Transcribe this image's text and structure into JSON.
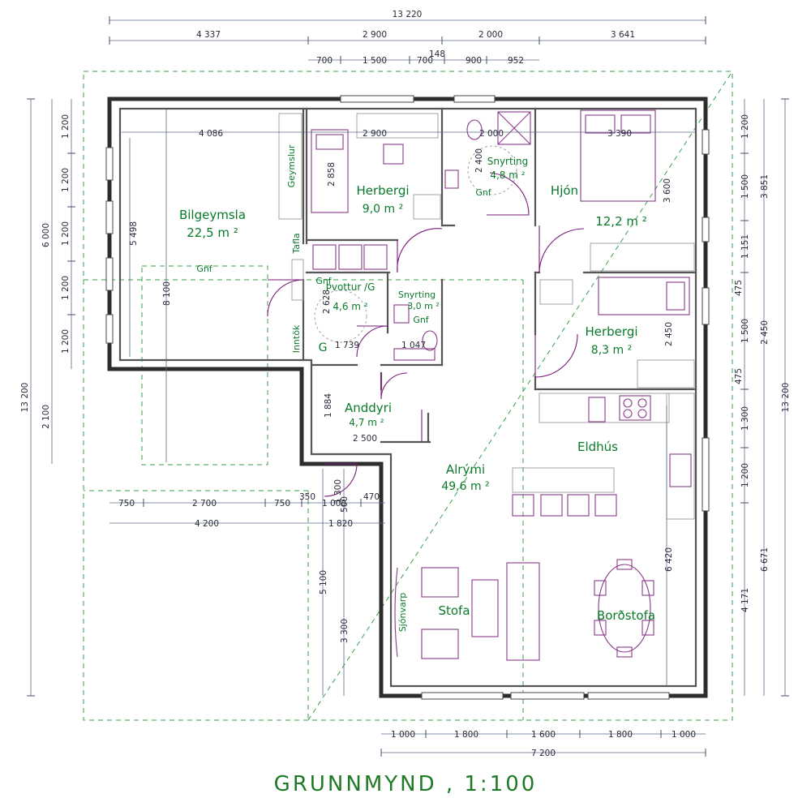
{
  "title": "GRUNNMYND , 1:100",
  "colors": {
    "room_text": "#0a7a2a",
    "title": "#1f7a26",
    "wall": "#2d2d2d",
    "furniture": "#8a3a8a",
    "guide": "#3aa04a"
  },
  "rooms": {
    "bilgeymsla": {
      "name": "Bilgeymsla",
      "area": "22,5 m ²"
    },
    "herbergi1": {
      "name": "Herbergi",
      "area": "9,0 m ²"
    },
    "snyrting1": {
      "name": "Snyrting",
      "area": "4,8 m ²"
    },
    "hjon": {
      "name": "Hjón",
      "area": "12,2 m ²"
    },
    "thvottur": {
      "name": "Þvottur /G",
      "area": "4,6 m ²"
    },
    "snyrting2": {
      "name": "Snyrting",
      "area": "3,0 m ²"
    },
    "herbergi2": {
      "name": "Herbergi",
      "area": "8,3 m ²"
    },
    "anddyri": {
      "name": "Anddyri",
      "area": "4,7 m ²"
    },
    "alrymi": {
      "name": "Alrými",
      "area": "49,6 m ²"
    },
    "eldhus": {
      "name": "Eldhús"
    },
    "stofa": {
      "name": "Stofa"
    },
    "bordstofa": {
      "name": "Borðstofa"
    }
  },
  "labels": {
    "geymslur": "Geymslur",
    "tafla": "Tafla",
    "inntok": "Inntök",
    "gnf": "Gnf",
    "g": "G",
    "sjonvarp": "Sjónvarp"
  },
  "dims": {
    "top_total": "13 220",
    "top_row": [
      "4 337",
      "2 900",
      "2 000",
      "3 641"
    ],
    "top_sub": [
      "700",
      "1 500",
      "700",
      "148",
      "900",
      "952"
    ],
    "inner_top": [
      "4 086",
      "2 900",
      "2 000",
      "3 390"
    ],
    "left_outer": "13 200",
    "left_6000": "6 000",
    "left_2100": "2 100",
    "left_1200": [
      "1 200",
      "1 200",
      "1 200",
      "1 200",
      "1 200"
    ],
    "right_outer": "13 200",
    "right_3851": "3 851",
    "right_2450": "2 450",
    "right_6671": "6 671",
    "right_a": [
      "1 200",
      "1 500",
      "1 151"
    ],
    "right_475a": "475",
    "right_1500": "1 500",
    "right_475b": "475",
    "right_b": [
      "1 300",
      "1 200",
      "4 171"
    ],
    "bottom_garage": [
      "750",
      "2 700",
      "750"
    ],
    "bottom_4200": "4 200",
    "bottom_350": "350",
    "bottom_1000": "1 000",
    "bottom_470": "470",
    "bottom_1820": "1 820",
    "bottom_row": [
      "1 000",
      "1 800",
      "1 600",
      "1 800",
      "1 000"
    ],
    "bottom_total": "7 200",
    "v_5498": "5 498",
    "v_8100": "8 100",
    "v_2858": "2 858",
    "v_2400": "2 400",
    "v_3600": "3 600",
    "v_2628": "2 628",
    "v_2450": "2 450",
    "v_1884": "1 884",
    "v_6420": "6 420",
    "v_5100": "5 100",
    "v_3300": "3 300",
    "v_1300": "1 300",
    "v_500": "500",
    "h_1739": "1 739",
    "h_1047": "1 047",
    "h_2500": "2 500"
  }
}
